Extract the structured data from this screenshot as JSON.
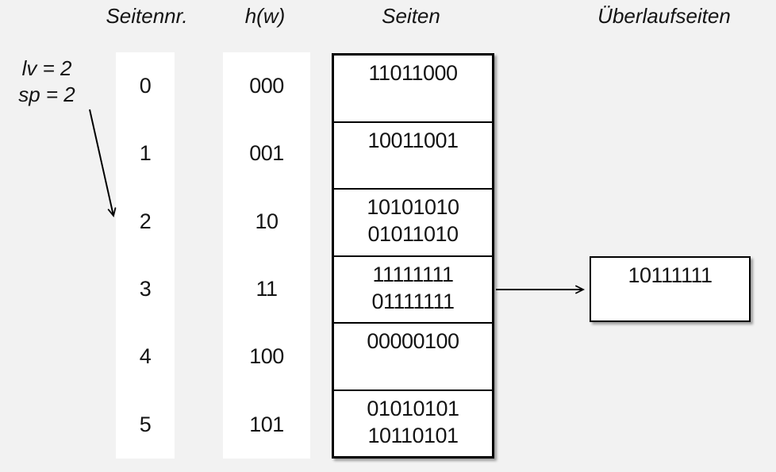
{
  "headers": {
    "page_nr": "Seitennr.",
    "hash_fn": "h(w)",
    "pages": "Seiten",
    "overflow_pages": "Überlaufseiten"
  },
  "annotation": {
    "line1": "lv = 2",
    "line2": "sp = 2"
  },
  "buckets": [
    {
      "page_nr": "0",
      "hash": "000",
      "entries": [
        "11011000"
      ]
    },
    {
      "page_nr": "1",
      "hash": "001",
      "entries": [
        "10011001"
      ]
    },
    {
      "page_nr": "2",
      "hash": "10",
      "entries": [
        "10101010",
        "01011010"
      ]
    },
    {
      "page_nr": "3",
      "hash": "11",
      "entries": [
        "11111111",
        "01111111"
      ]
    },
    {
      "page_nr": "4",
      "hash": "100",
      "entries": [
        "00000100"
      ]
    },
    {
      "page_nr": "5",
      "hash": "101",
      "entries": [
        "01010101",
        "10110101"
      ]
    }
  ],
  "overflow": {
    "value": "10111111",
    "attached_to_page": "3"
  },
  "arrows": [
    {
      "name": "split-pointer-arrow",
      "from": "sp-annotation",
      "to": "page-row-2"
    },
    {
      "name": "overflow-arrow",
      "from": "page-bucket-3",
      "to": "overflow-page"
    }
  ],
  "colors": {
    "background": "#f2f2f2",
    "box_background": "#ffffff",
    "border": "#000000",
    "text": "#141414"
  }
}
